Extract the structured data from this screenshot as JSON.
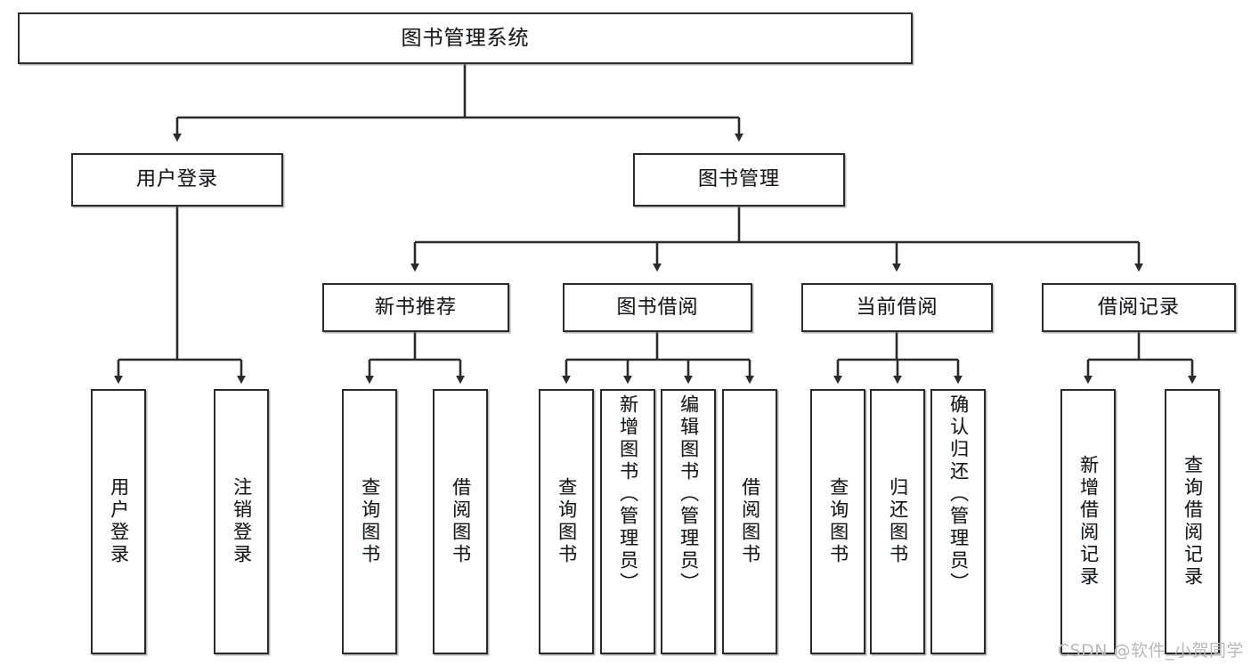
{
  "diagram": {
    "title": "图书管理系统",
    "type": "functional-structure-tree",
    "watermark": "CSDN @软件_小贺同学",
    "colors": {
      "box_border": "#2b2b2b",
      "box_fill": "#ffffff",
      "connector": "#2b2b2b",
      "text": "#17181a",
      "watermark": "#b9b9b9"
    },
    "levels": {
      "root": "图书管理系统",
      "level2": [
        "用户登录",
        "图书管理"
      ],
      "level3": [
        "新书推荐",
        "图书借阅",
        "当前借阅",
        "借阅记录"
      ]
    },
    "nodes": {
      "root": {
        "label": "图书管理系统"
      },
      "user_login": {
        "label": "用户登录"
      },
      "book_manage": {
        "label": "图书管理"
      },
      "new_book_rec": {
        "label": "新书推荐"
      },
      "book_borrow": {
        "label": "图书借阅"
      },
      "current_borrow": {
        "label": "当前借阅"
      },
      "borrow_record": {
        "label": "借阅记录"
      }
    },
    "leaves": {
      "user_login": [
        {
          "label": "用户登录"
        },
        {
          "label": "注销登录"
        }
      ],
      "new_book_rec": [
        {
          "label": "查询图书"
        },
        {
          "label": "借阅图书"
        }
      ],
      "book_borrow": [
        {
          "label": "查询图书"
        },
        {
          "label": "新增图书（管理员）"
        },
        {
          "label": "编辑图书（管理员）"
        },
        {
          "label": "借阅图书"
        }
      ],
      "current_borrow": [
        {
          "label": "查询图书"
        },
        {
          "label": "归还图书"
        },
        {
          "label": "确认归还（管理员）"
        }
      ],
      "borrow_record": [
        {
          "label": "新增借阅记录"
        },
        {
          "label": "查询借阅记录"
        }
      ]
    }
  }
}
